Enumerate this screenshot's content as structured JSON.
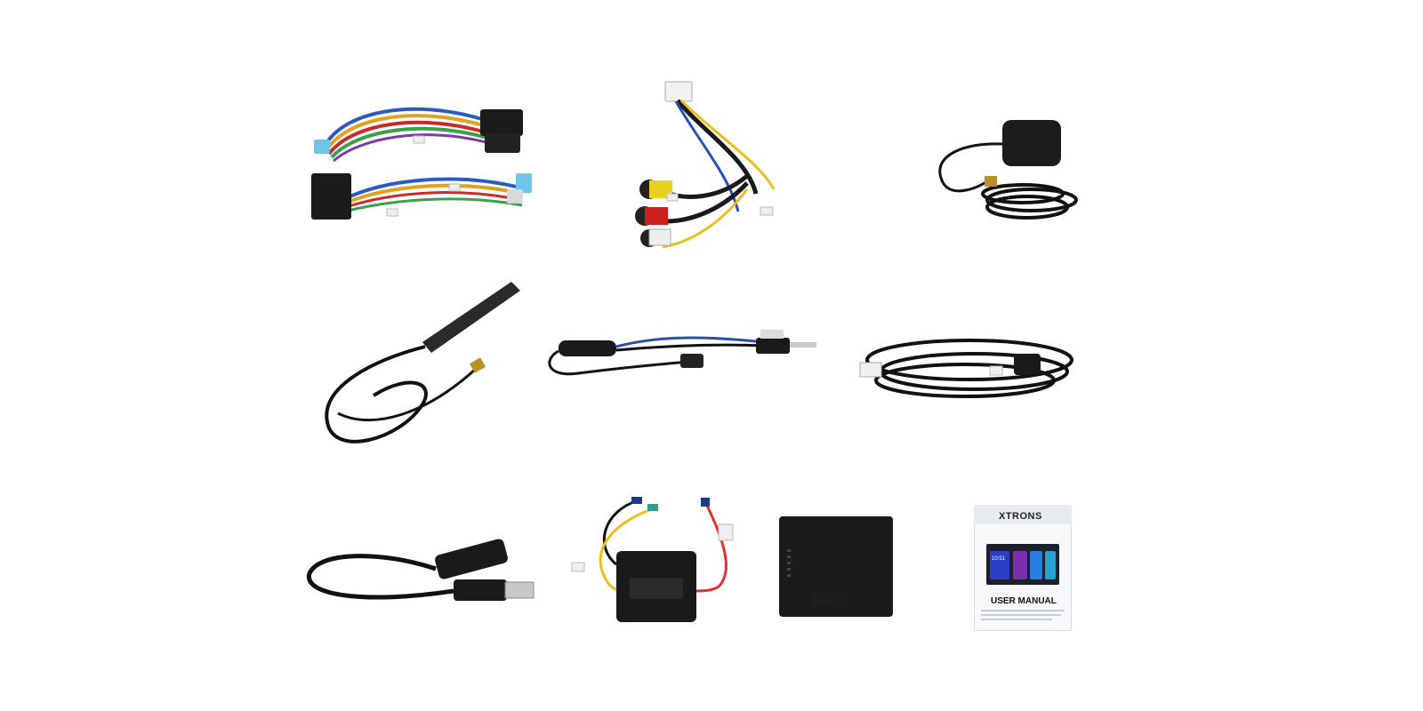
{
  "image": {
    "subject": "car stereo accessory kit",
    "background_color": "#ffffff"
  },
  "items": {
    "power_harness": {
      "icon": "wiring-harness-icon"
    },
    "rca_cable": {
      "icon": "rca-cable-icon"
    },
    "gps_antenna": {
      "icon": "gps-antenna-icon"
    },
    "dab_antenna": {
      "icon": "dab-antenna-icon"
    },
    "radio_adapter": {
      "icon": "radio-adapter-cable-icon"
    },
    "extension_cable": {
      "icon": "extension-cable-icon"
    },
    "usb_cable": {
      "icon": "usb-cable-icon"
    },
    "canbus_module": {
      "icon": "canbus-module-icon"
    },
    "decoder_box": {
      "icon": "decoder-box-icon",
      "mark": "Raise"
    },
    "user_manual": {
      "icon": "manual-booklet-icon",
      "brand": "XTRONS",
      "title": "USER MANUAL",
      "screen_clock": "10:51"
    }
  }
}
